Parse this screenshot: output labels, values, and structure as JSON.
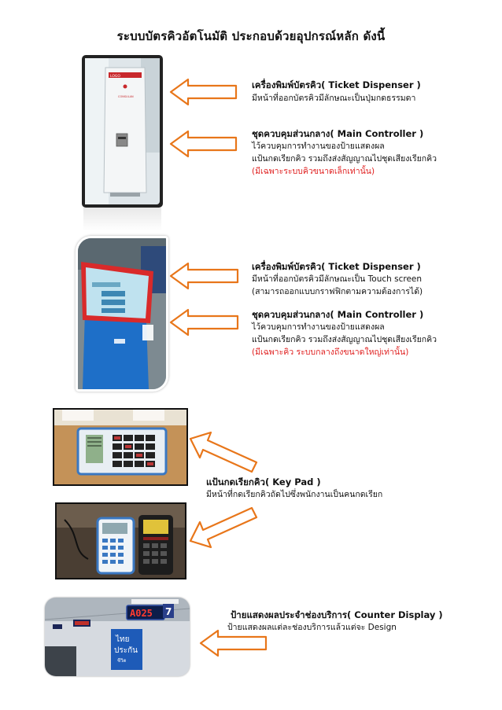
{
  "title": "ระบบบัตรคิวอัตโนมัติ ประกอบด้วยอุปกรณ์หลัก ดังนี้",
  "sections": [
    {
      "ticket": {
        "heading": "เครื่องพิมพ์บัตรคิว( Ticket Dispenser )",
        "lines": [
          "มีหน้าที่ออกบัตรคิวมีลักษณะเป็นปุ่มกดธรรมดา"
        ]
      },
      "controller": {
        "heading": "ชุดควบคุมส่วนกลาง( Main Controller )",
        "lines": [
          "ไว้ควบคุมการทำงานของป้ายแสดงผล",
          "แป้นกดเรียกคิว รวมถึงส่งสัญญาณไปชุดเสียงเรียกคิว"
        ],
        "note": "(มีเฉพาะระบบคิวขนาดเล็กเท่านั้น)"
      },
      "photo_labels": [
        "LOGO",
        "CONSULAN"
      ]
    },
    {
      "ticket": {
        "heading": "เครื่องพิมพ์บัตรคิว( Ticket Dispenser )",
        "lines": [
          "มีหน้าที่ออกบัตรคิวมีลักษณะเป็น Touch screen",
          "(สามารถออกแบบกราฟฟิกตามความต้องการได้)"
        ]
      },
      "controller": {
        "heading": "ชุดควบคุมส่วนกลาง( Main Controller )",
        "lines": [
          "ไว้ควบคุมการทำงานของป้ายแสดงผล",
          "แป้นกดเรียกคิว รวมถึงส่งสัญญาณไปชุดเสียงเรียกคิว"
        ],
        "note": "(มีเฉพาะคิว ระบบกลางถึงขนาดใหญ่เท่านั้น)"
      }
    },
    {
      "keypad": {
        "heading": "แป้นกดเรียกคิว( Key Pad )",
        "lines": [
          "มีหน้าที่กดเรียกคิวถัดไปซึ่งพนักงานเป็นคนกดเรียก"
        ]
      }
    },
    {
      "counter": {
        "heading": "ป้ายแสดงผลประจำช่องบริการ( Counter Display )",
        "lines": [
          "ป้ายแสดงผลแต่ละช่องบริการแล้วแต่จะ Design"
        ]
      },
      "photo_labels": {
        "display": "A025",
        "digit": "7",
        "logo_top": "ไทย",
        "logo_mid": "ประกัน",
        "logo_small": "ชีวิต"
      }
    }
  ],
  "colors": {
    "arrow": "#e8761a",
    "red_text": "#e02020",
    "kiosk_blue": "#1e6fc8",
    "kiosk_red": "#d92a2a"
  }
}
